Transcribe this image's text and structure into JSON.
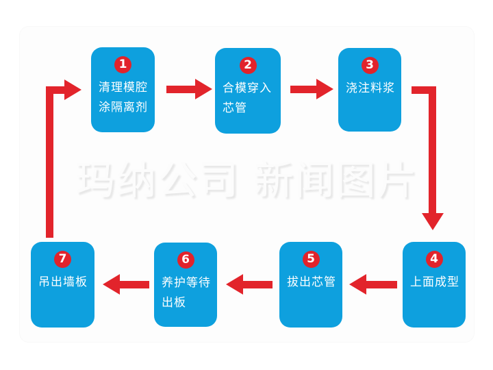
{
  "page": {
    "background": "#ffffff"
  },
  "watermark": {
    "text": "玛纳公司 新闻图片"
  },
  "colors": {
    "box_blue": "#0EA0DE",
    "arrow_red": "#E2242B",
    "badge_red": "#E1232B",
    "box_text_white": "#FFFFFF",
    "watermark_gray": "#E7E7E7"
  },
  "flowchart": {
    "steps": [
      {
        "number": "1",
        "lines": [
          "清理模腔",
          "涂隔离剂"
        ]
      },
      {
        "number": "2",
        "lines": [
          "合模穿入",
          "芯管"
        ]
      },
      {
        "number": "3",
        "lines": [
          "浇注料浆"
        ]
      },
      {
        "number": "4",
        "lines": [
          "上面成型"
        ]
      },
      {
        "number": "5",
        "lines": [
          "拔出芯管"
        ]
      },
      {
        "number": "6",
        "lines": [
          "养护等待",
          "出板"
        ]
      },
      {
        "number": "7",
        "lines": [
          "吊出墙板"
        ]
      }
    ],
    "connections": [
      "1→2",
      "2→3",
      "3→4",
      "4→5",
      "5→6",
      "6→7",
      "7→1"
    ]
  }
}
